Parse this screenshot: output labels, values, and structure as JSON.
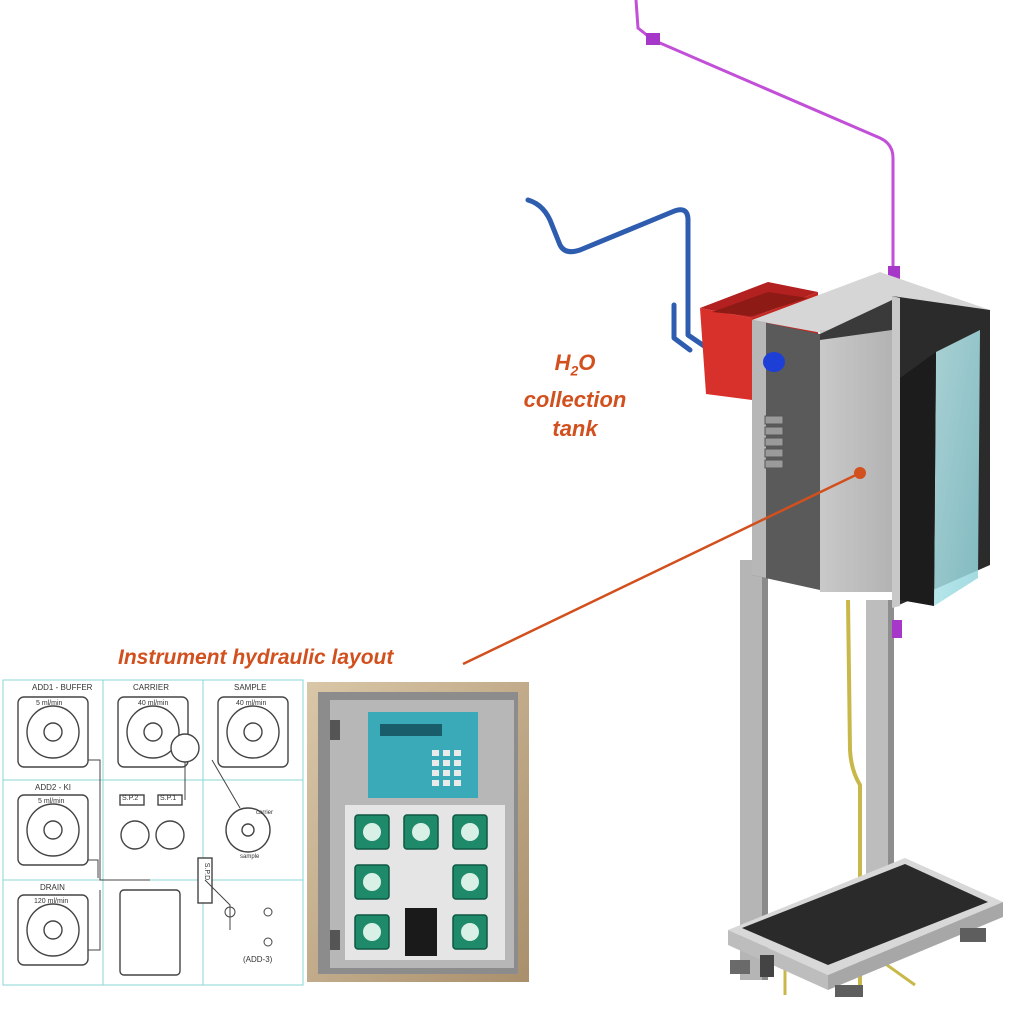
{
  "labels": {
    "tank_formula": "H",
    "tank_subscript": "2",
    "tank_formula_end": "O",
    "tank_line2": "collection",
    "tank_line3": "tank",
    "layout_label": "Instrument hydraulic layout"
  },
  "schematic": {
    "add1": "ADD1 - BUFFER",
    "add1_rate": "5 ml/min",
    "carrier": "CARRIER",
    "carrier_rate": "40 ml/min",
    "sample": "SAMPLE",
    "sample_rate": "40 ml/min",
    "add2": "ADD2 - KI",
    "add2_rate": "5 ml/min",
    "drain": "DRAIN",
    "drain_rate": "120 ml/min",
    "sp2": "S.P.2",
    "sp1": "S.P.1",
    "spd": "S.P.D",
    "add3": "(ADD-3)",
    "valve_carrier": "carrier",
    "valve_sample": "sample"
  },
  "colors": {
    "label": "#d2501e",
    "purple_pipe": "#c24fd8",
    "blue_pipe": "#2e5db0",
    "tank": "#d8302a",
    "steel": "#bdbdbd",
    "yellow_pipe": "#c8b84a",
    "schematic_lines": "#88d5d5",
    "pump_head": "#1f8a6a",
    "display": "#31a7b9"
  },
  "icons": {
    "flow_cap": "blue-cap-icon",
    "pointer": "pointer-dot-icon"
  }
}
